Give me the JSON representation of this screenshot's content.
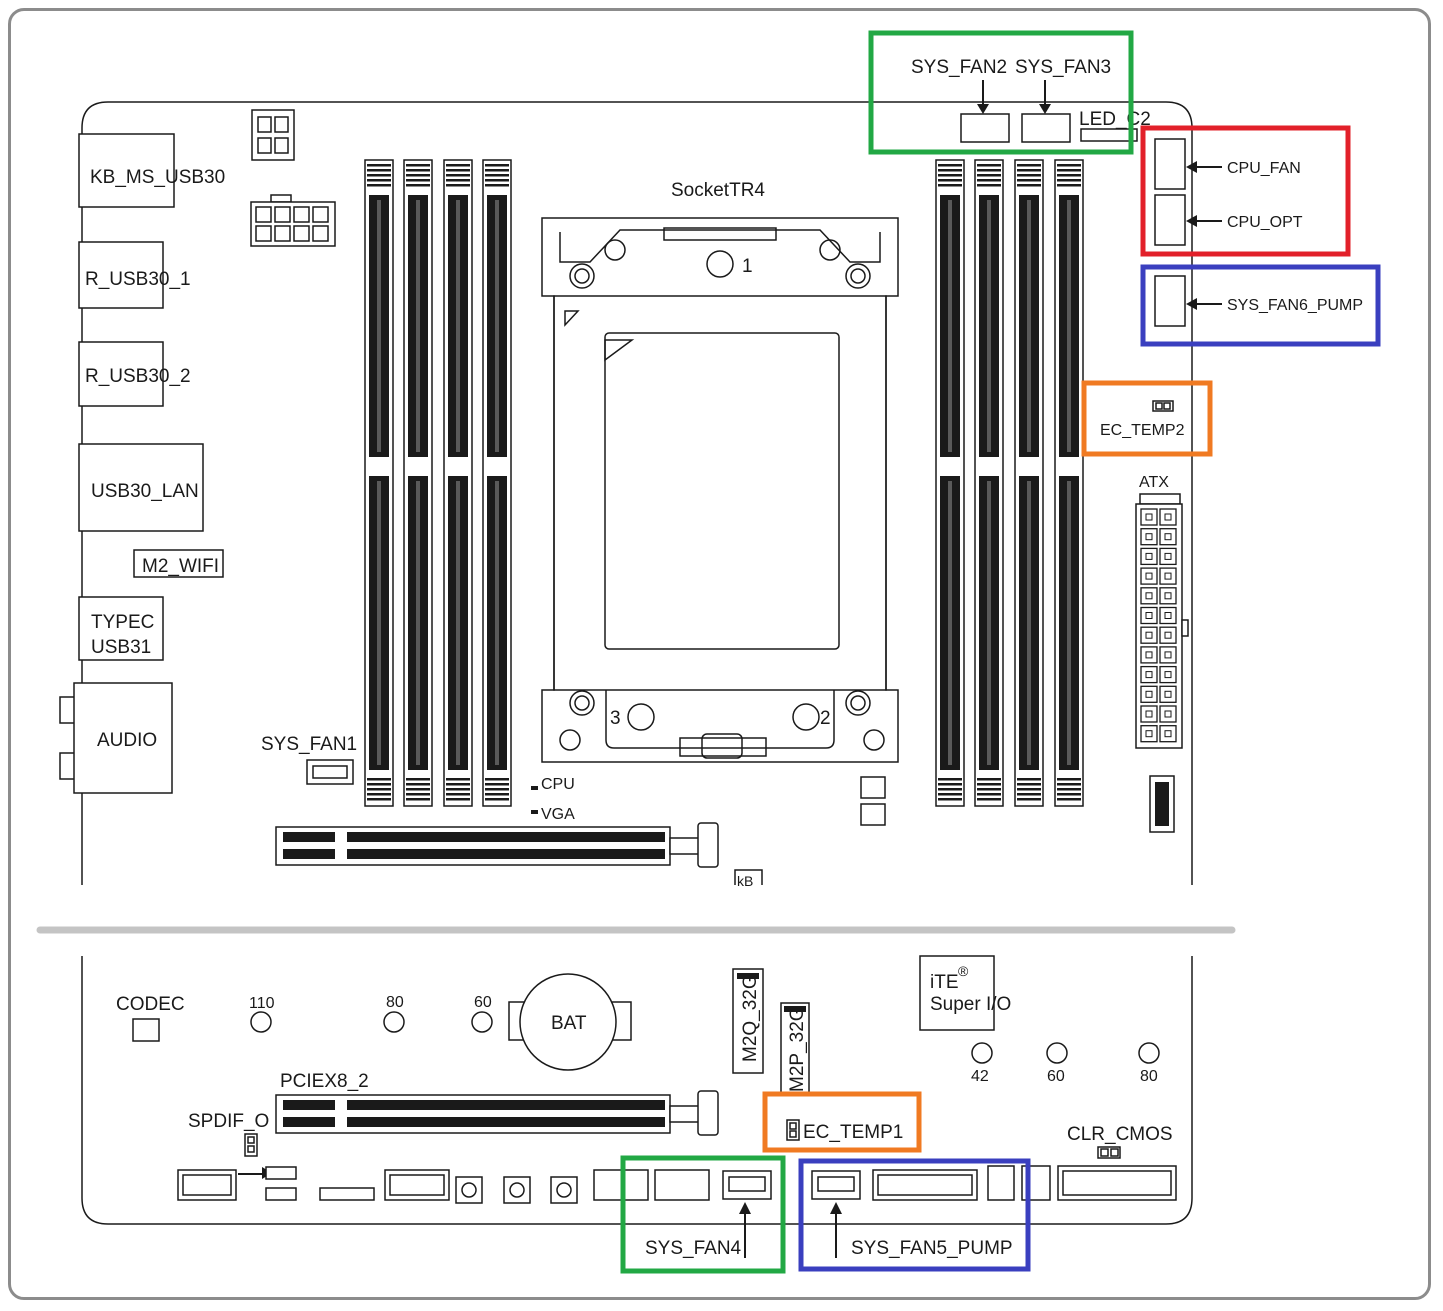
{
  "labels": {
    "kb_ms_usb30": "KB_MS_USB30",
    "r_usb30_1": "R_USB30_1",
    "r_usb30_2": "R_USB30_2",
    "usb30_lan": "USB30_LAN",
    "m2_wifi": "M2_WIFI",
    "typec_line1": "TYPEC",
    "typec_line2": "USB31",
    "audio": "AUDIO",
    "sys_fan1": "SYS_FAN1",
    "socket": "SocketTR4",
    "socket_screw_1": "1",
    "socket_screw_2": "2",
    "socket_screw_3": "3",
    "cpu_led": "CPU",
    "vga_led": "VGA",
    "atx": "ATX",
    "led_c2": "LED_C2",
    "codec": "CODEC",
    "bat": "BAT",
    "pciex8_2": "PCIEX8_2",
    "spdif_o": "SPDIF_O",
    "m2q_32g": "M2Q_32G",
    "m2p_32g": "M2P_32G",
    "ite_line1": "iTE",
    "ite_reg": "®",
    "ite_line2": "Super I/O",
    "clr_cmos": "CLR_CMOS",
    "kb_partial": "kB"
  },
  "highlighted": {
    "sys_fan2": "SYS_FAN2",
    "sys_fan3": "SYS_FAN3",
    "cpu_fan": "CPU_FAN",
    "cpu_opt": "CPU_OPT",
    "sys_fan6_pump": "SYS_FAN6_PUMP",
    "ec_temp2": "EC_TEMP2",
    "ec_temp1": "EC_TEMP1",
    "sys_fan4": "SYS_FAN4",
    "sys_fan5_pump": "SYS_FAN5_PUMP"
  },
  "post_codes_left": [
    "110",
    "80",
    "60"
  ],
  "post_codes_right": [
    "42",
    "60",
    "80"
  ],
  "colors": {
    "green": "#22a844",
    "red": "#e2202a",
    "blue": "#3a3fbf",
    "orange": "#f07a22",
    "ink": "#1a1a1a",
    "frame": "#8c8c8c",
    "divider": "#c4c4c4"
  }
}
